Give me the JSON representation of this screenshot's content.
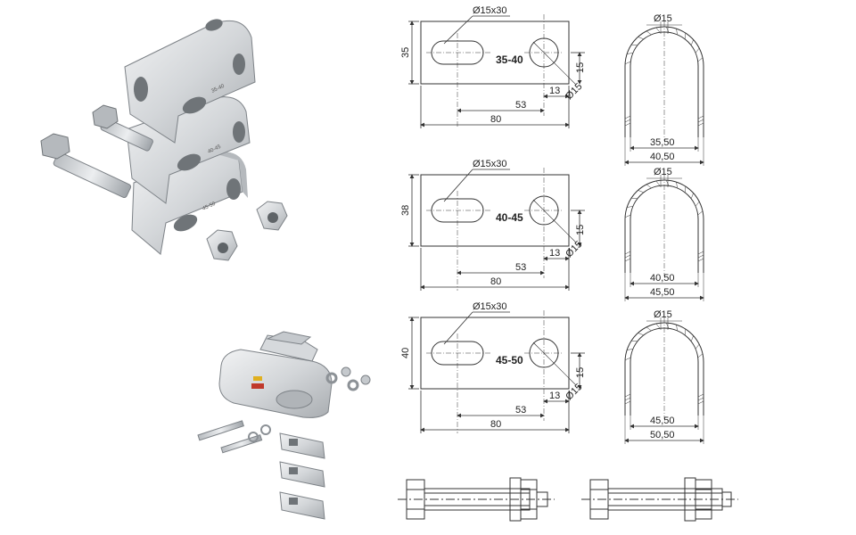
{
  "drawings": [
    {
      "size_label": "35-40",
      "slot": "Ø15x30",
      "hole": "Ø15",
      "plate_length": "80",
      "plate_height": "35",
      "hole_offset": "53",
      "hole_edge": "13",
      "hole_height": "15",
      "bracket_top_hole": "Ø15",
      "inner_width": "35,50",
      "outer_width": "40,50"
    },
    {
      "size_label": "40-45",
      "slot": "Ø15x30",
      "hole": "Ø15",
      "plate_length": "80",
      "plate_height": "38",
      "hole_offset": "53",
      "hole_edge": "13",
      "hole_height": "15",
      "bracket_top_hole": "Ø15",
      "inner_width": "40,50",
      "outer_width": "45,50"
    },
    {
      "size_label": "45-50",
      "slot": "Ø15x30",
      "hole": "Ø15",
      "plate_length": "80",
      "plate_height": "40",
      "hole_offset": "53",
      "hole_edge": "13",
      "hole_height": "15",
      "bracket_top_hole": "Ø15",
      "inner_width": "45,50",
      "outer_width": "50,50"
    }
  ],
  "photo_labels": {
    "bracket_a": "35-40",
    "bracket_b": "40-45",
    "bracket_c": "45-50"
  },
  "colors": {
    "metal_light": "#e6e8ea",
    "metal_mid": "#c5c9cd",
    "metal_dark": "#8c9196",
    "line": "#333333",
    "coupling_red": "#c0392b",
    "coupling_yellow": "#e0b020"
  }
}
